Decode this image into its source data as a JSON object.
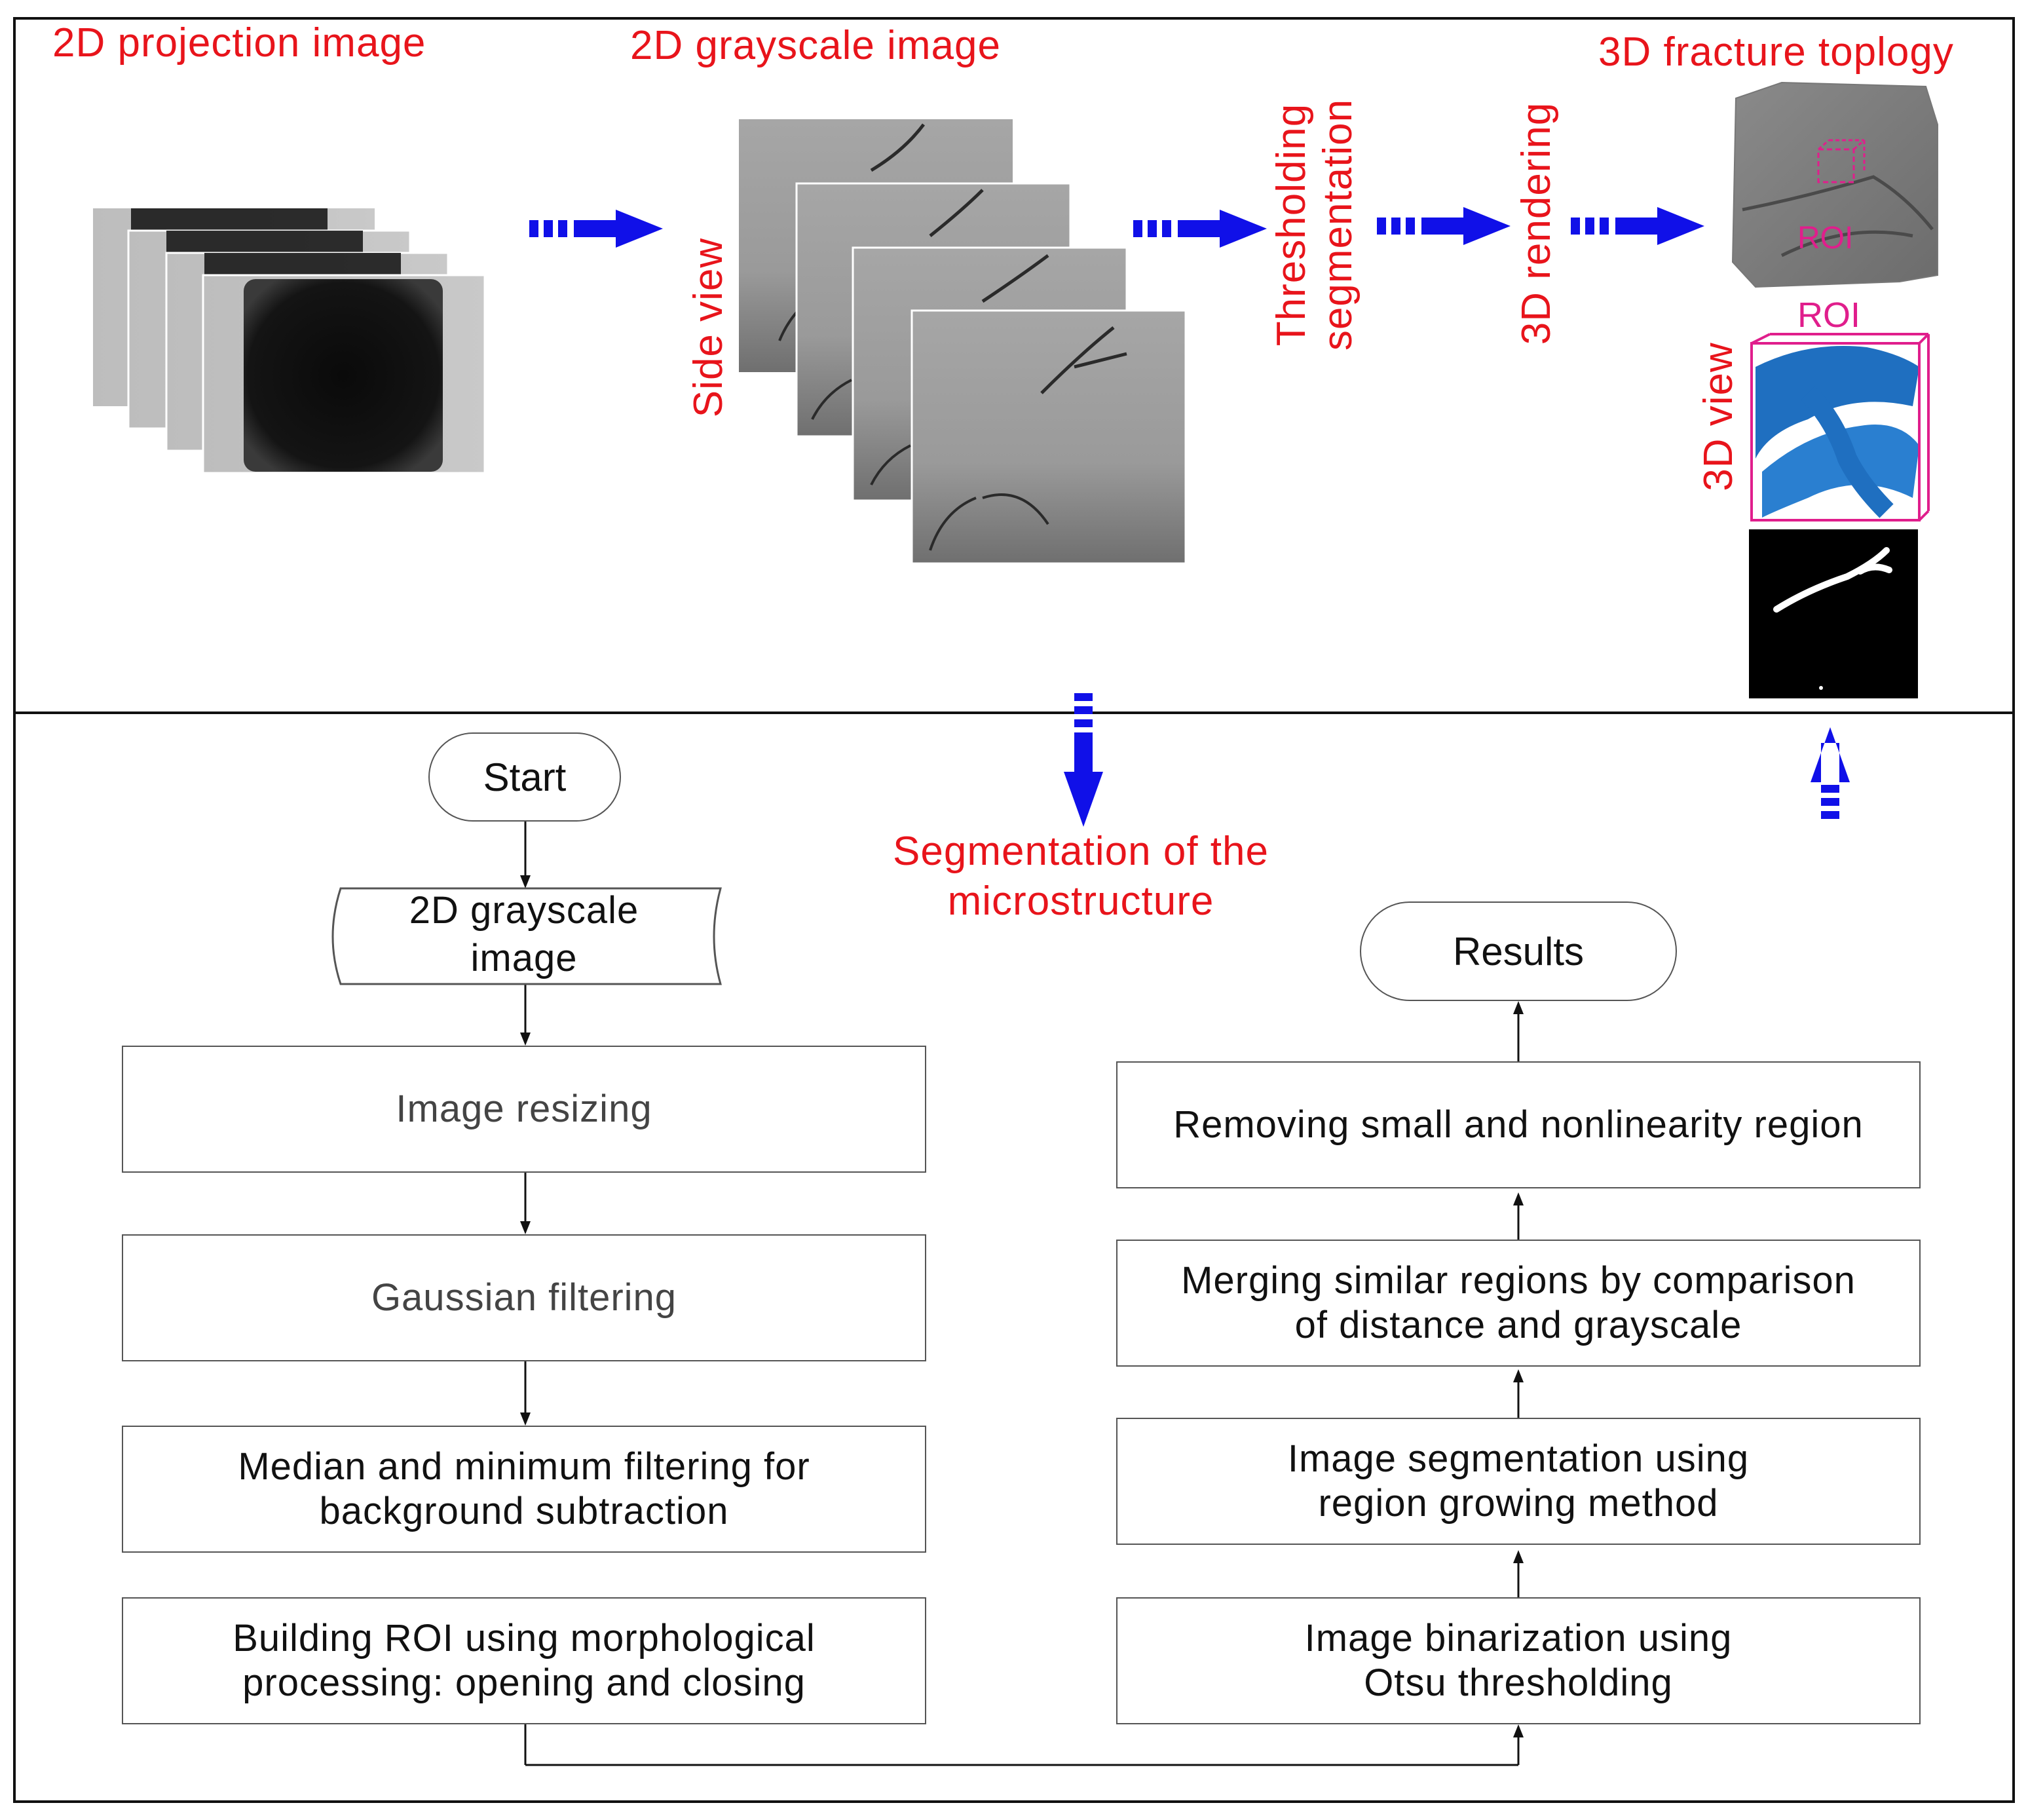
{
  "top_panel": {
    "label_projection": "2D projection image",
    "label_grayscale": "2D grayscale image",
    "label_fracture": "3D fracture toplogy",
    "label_side_view": "Side view",
    "label_thresholding_line1": "Thresholding",
    "label_thresholding_line2": "segmentation",
    "label_rendering": "3D rendering",
    "label_3d_view": "3D view",
    "roi_inner": "ROI",
    "roi_outer": "ROI"
  },
  "middle": {
    "segmentation_line1": "Segmentation of the",
    "segmentation_line2": "microstructure"
  },
  "flow_left": {
    "start": "Start",
    "input_line1": "2D grayscale",
    "input_line2": "image",
    "step1": "Image resizing",
    "step2": "Gaussian filtering",
    "step3_line1": "Median and minimum filtering for",
    "step3_line2": "background subtraction",
    "step4_line1": "Building ROI using morphological",
    "step4_line2": "processing: opening and closing"
  },
  "flow_right": {
    "results": "Results",
    "step5_line1": "Image binarization using",
    "step5_line2": "Otsu thresholding",
    "step6_line1": "Image segmentation using",
    "step6_line2": "region growing method",
    "step7_line1": "Merging similar regions by comparison",
    "step7_line2": "of  distance and grayscale",
    "step8": "Removing small and nonlinearity region"
  },
  "colors": {
    "label_red": "#e8141b",
    "arrow_blue": "#1010e8",
    "roi_pink": "#e01e8c",
    "fracture_blue": "#1f6fc0"
  }
}
